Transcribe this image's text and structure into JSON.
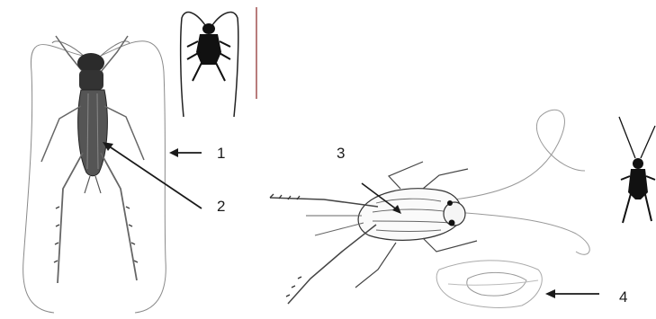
{
  "labels": {
    "one": "1",
    "two": "2",
    "three": "3",
    "four": "4"
  },
  "icons": [
    "cricket-top-view-icon",
    "cricket-silhouette-icon",
    "cricket-dorsal-view-icon",
    "cricket-small-silhouette-icon",
    "wing-sketch-icon",
    "arrow-icon"
  ],
  "colors": {
    "ink": "#1a1a1a",
    "pencil": "#8a8a8a",
    "shading": "#2b2b2b",
    "divider": "#a05050"
  }
}
